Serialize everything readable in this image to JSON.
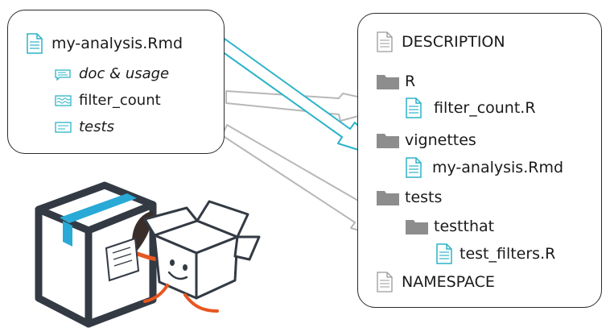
{
  "left": {
    "title": "my-analysis.Rmd",
    "items": [
      {
        "label": "doc & usage",
        "icon": "chat-lines-icon"
      },
      {
        "label": "filter_count",
        "icon": "code-wave-icon"
      },
      {
        "label": "tests",
        "icon": "test-block-icon"
      }
    ]
  },
  "right": {
    "description": "DESCRIPTION",
    "r_folder": "R",
    "r_file": "filter_count.R",
    "vignettes_folder": "vignettes",
    "vignette_file": "my-analysis.Rmd",
    "tests_folder": "tests",
    "testthat_folder": "testthat",
    "test_file": "test_filters.R",
    "namespace": "NAMESPACE"
  },
  "colors": {
    "accent": "#2bb3c8",
    "arrow_gray": "#b8b8b8",
    "folder": "#8d8d8d",
    "file_outline": "#9a9a9a",
    "box_dark": "#333a44",
    "tape": "#29a9d6",
    "orange": "#e8561f"
  }
}
